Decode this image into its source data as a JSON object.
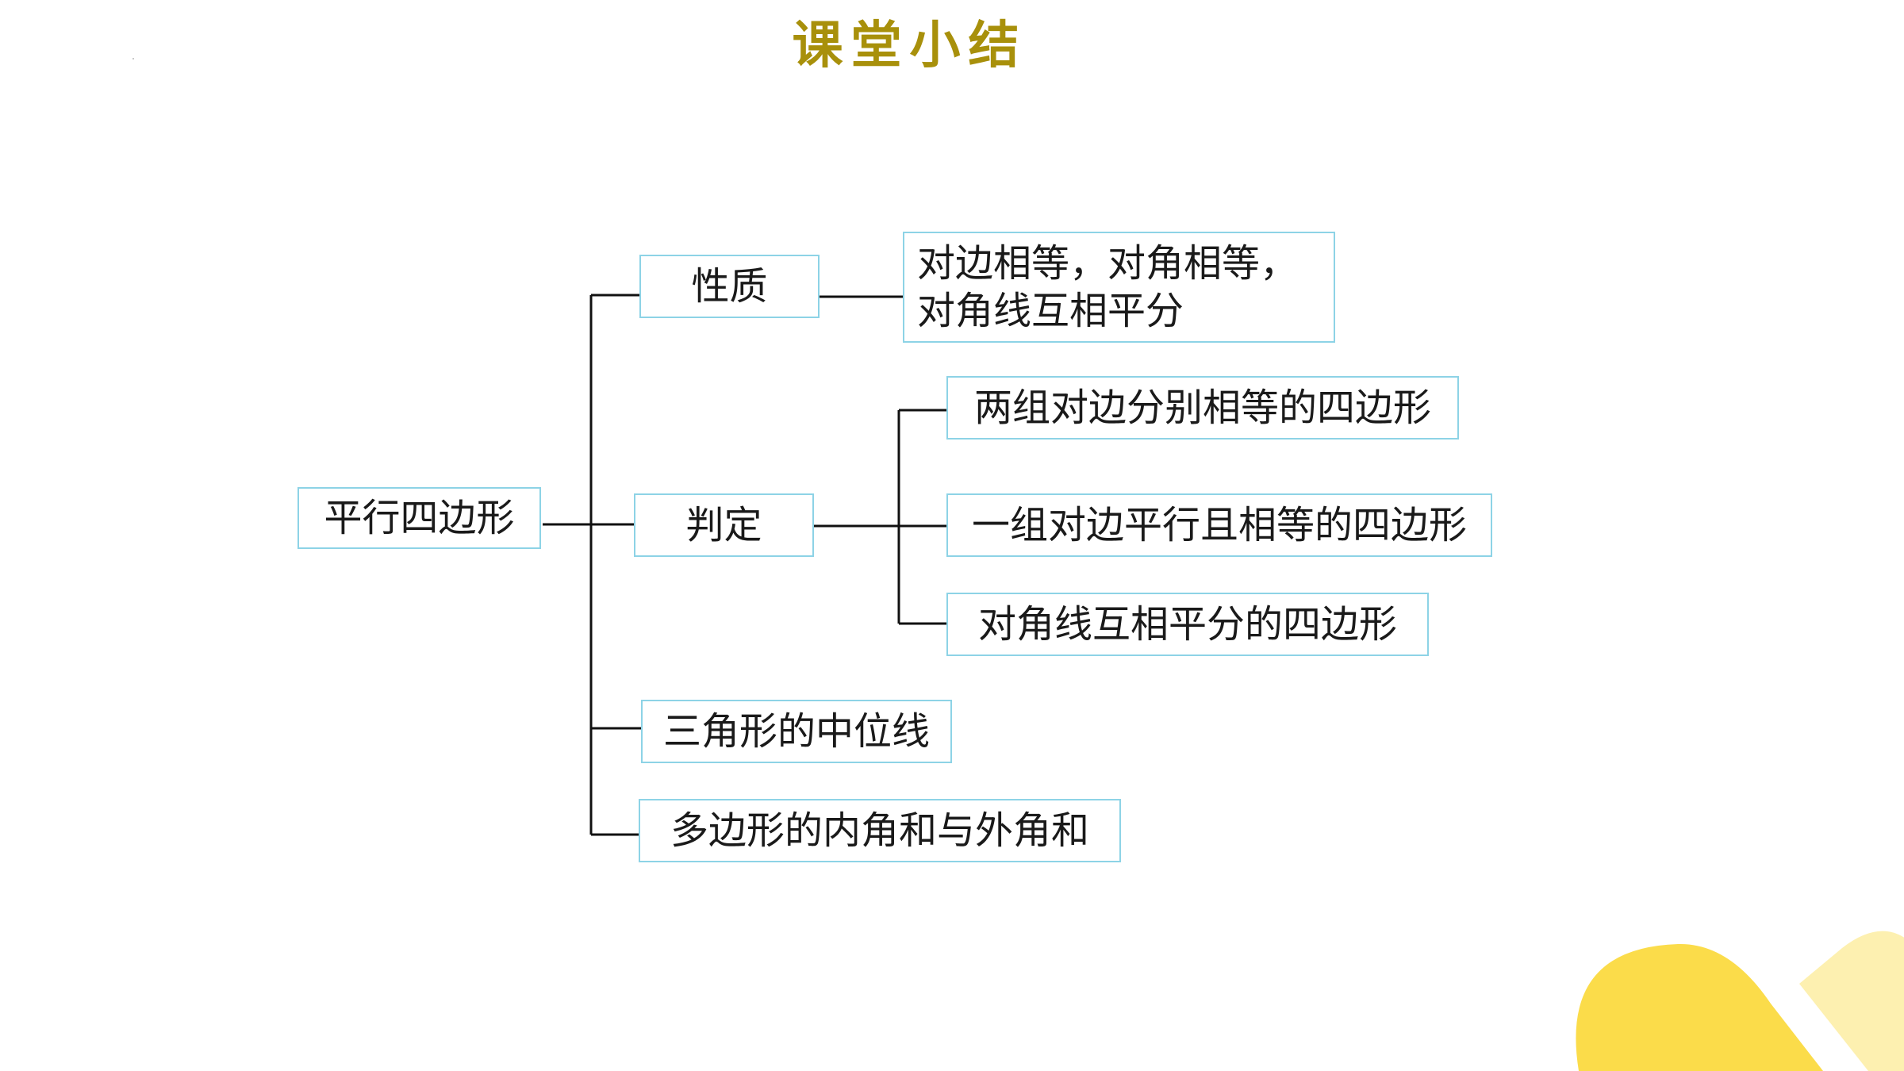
{
  "title": "课堂小结",
  "diagram": {
    "root": "平行四边形",
    "branches": [
      {
        "label": "性质",
        "children": [
          "对边相等，对角相等，对角线互相平分"
        ]
      },
      {
        "label": "判定",
        "children": [
          "两组对边分别相等的四边形",
          "一组对边平行且相等的四边形",
          "对角线互相平分的四边形"
        ]
      },
      {
        "label": "三角形的中位线",
        "children": []
      },
      {
        "label": "多边形的内角和与外角和",
        "children": []
      }
    ]
  },
  "colors": {
    "title": "#a8900b",
    "box_border": "#8dd3e6",
    "line": "#111111",
    "accent_yellow": "#fbdc4a",
    "accent_light_yellow": "#fdf0b0"
  }
}
